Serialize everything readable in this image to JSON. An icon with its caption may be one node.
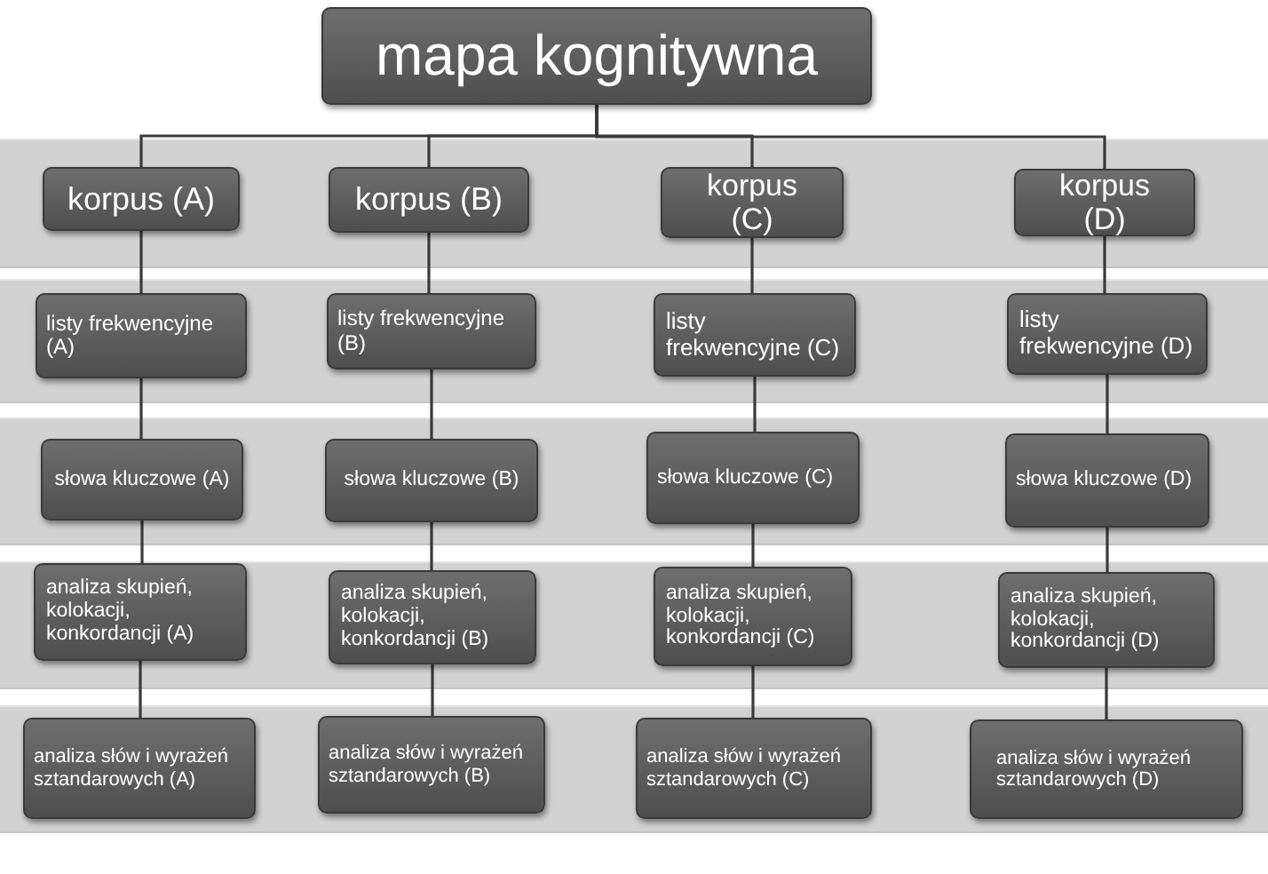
{
  "diagram": {
    "nodes": [
      {
        "text": [
          "mapa kognitywna"
        ]
      },
      {
        "text": [
          "korpus (A)"
        ]
      },
      {
        "text": [
          "korpus (B)"
        ]
      },
      {
        "text": [
          "korpus (C)"
        ]
      },
      {
        "text": [
          "korpus (D)"
        ]
      },
      {
        "text": [
          "listy frekwencyjne (A)"
        ]
      },
      {
        "text": [
          "listy frekwencyjne (B)"
        ]
      },
      {
        "text": [
          "listy frekwencyjne (C)"
        ]
      },
      {
        "text": [
          "listy frekwencyjne (D)"
        ]
      },
      {
        "text": [
          "słowa kluczowe (A)"
        ]
      },
      {
        "text": [
          "słowa kluczowe (B)"
        ]
      },
      {
        "text": [
          "słowa kluczowe (C)"
        ]
      },
      {
        "text": [
          "słowa kluczowe (D)"
        ]
      },
      {
        "text": [
          "analiza skupień, kolokacji, konkordancji (A)"
        ]
      },
      {
        "text": [
          "analiza skupień, kolokacji, konkordancji (B)"
        ]
      },
      {
        "text": [
          "analiza skupień, kolokacji, konkordancji (C)"
        ]
      },
      {
        "text": [
          "analiza skupień, kolokacji, konkordancji (D)"
        ]
      },
      {
        "text": [
          "analiza słów i wyrażeń sztandarowych (A)"
        ]
      },
      {
        "text": [
          "analiza słów i wyrażeń sztandarowych (B)"
        ]
      },
      {
        "text": [
          "analiza słów i wyrażeń sztandarowych (C)"
        ]
      },
      {
        "text": [
          "analiza słów i wyrażeń sztandarowych (D)"
        ]
      }
    ],
    "edges": [
      {
        "from": 0,
        "to": 1,
        "arrow": "none"
      },
      {
        "from": 0,
        "to": 2,
        "arrow": "none"
      },
      {
        "from": 0,
        "to": 3,
        "arrow": "none"
      },
      {
        "from": 0,
        "to": 4,
        "arrow": "none"
      },
      {
        "from": 1,
        "to": 5,
        "arrow": "none"
      },
      {
        "from": 2,
        "to": 6,
        "arrow": "none"
      },
      {
        "from": 3,
        "to": 7,
        "arrow": "none"
      },
      {
        "from": 4,
        "to": 8,
        "arrow": "none"
      },
      {
        "from": 5,
        "to": 9,
        "arrow": "none"
      },
      {
        "from": 6,
        "to": 10,
        "arrow": "none"
      },
      {
        "from": 7,
        "to": 11,
        "arrow": "none"
      },
      {
        "from": 8,
        "to": 12,
        "arrow": "none"
      },
      {
        "from": 9,
        "to": 13,
        "arrow": "none"
      },
      {
        "from": 10,
        "to": 14,
        "arrow": "none"
      },
      {
        "from": 11,
        "to": 15,
        "arrow": "none"
      },
      {
        "from": 12,
        "to": 16,
        "arrow": "none"
      },
      {
        "from": 13,
        "to": 17,
        "arrow": "none"
      },
      {
        "from": 14,
        "to": 18,
        "arrow": "none"
      },
      {
        "from": 15,
        "to": 19,
        "arrow": "none"
      },
      {
        "from": 16,
        "to": 20,
        "arrow": "none"
      }
    ]
  }
}
